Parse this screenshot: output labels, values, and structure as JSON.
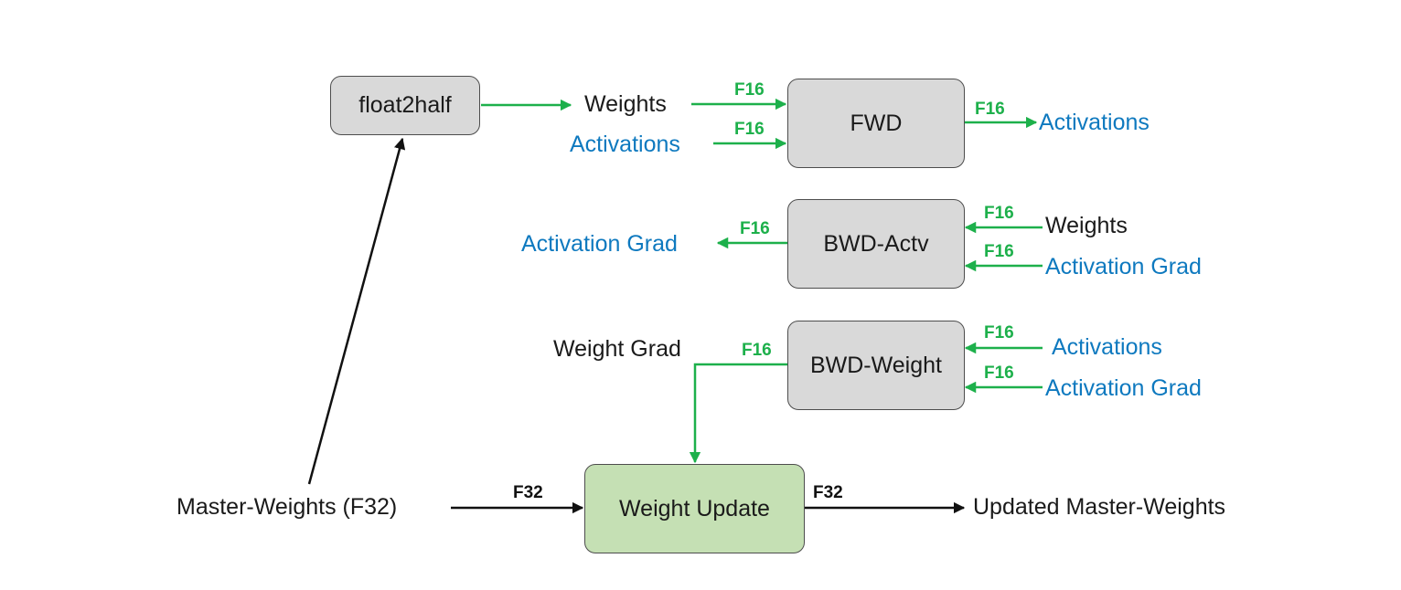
{
  "boxes": {
    "float2half": "float2half",
    "fwd": "FWD",
    "bwd_actv": "BWD-Actv",
    "bwd_weight": "BWD-Weight",
    "weight_update": "Weight Update"
  },
  "labels": {
    "fwd_in_weights": "Weights",
    "fwd_in_activations": "Activations",
    "fwd_out_activations": "Activations",
    "bwd_actv_out": "Activation Grad",
    "bwd_actv_in_weights": "Weights",
    "bwd_actv_in_grad": "Activation Grad",
    "bwd_weight_out": "Weight Grad",
    "bwd_weight_in_activations": "Activations",
    "bwd_weight_in_grad": "Activation Grad",
    "master_weights": "Master-Weights (F32)",
    "updated_master_weights": "Updated Master-Weights"
  },
  "precision": {
    "f16": "F16",
    "f32": "F32"
  },
  "colors": {
    "box_gray": "#d9d9d9",
    "box_green": "#c5e0b4",
    "arrow_green": "#1db04b",
    "text_blue": "#0e79bf",
    "arrow_black": "#111111"
  }
}
